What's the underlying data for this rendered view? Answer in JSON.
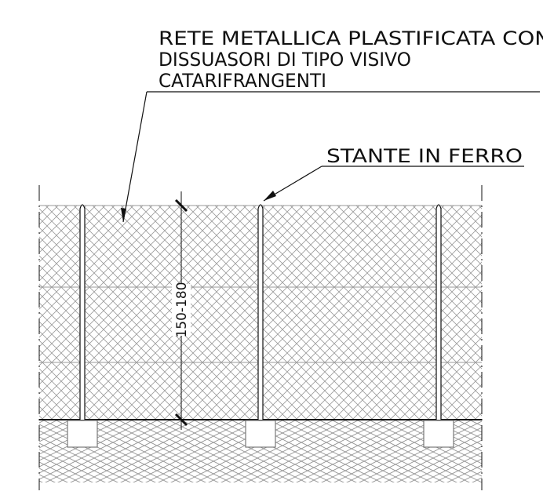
{
  "labels": {
    "net_line1": "RETE METALLICA PLASTIFICATA CON",
    "net_line2": "DISSUASORI DI TIPO VISIVO",
    "net_line3": "CATARIFRANGENTI",
    "post": "STANTE IN FERRO",
    "dimension": "150-180"
  },
  "colors": {
    "ink": "#111111",
    "mesh": "#9a9a9a",
    "ground_hatch": "#8c8c8c"
  }
}
